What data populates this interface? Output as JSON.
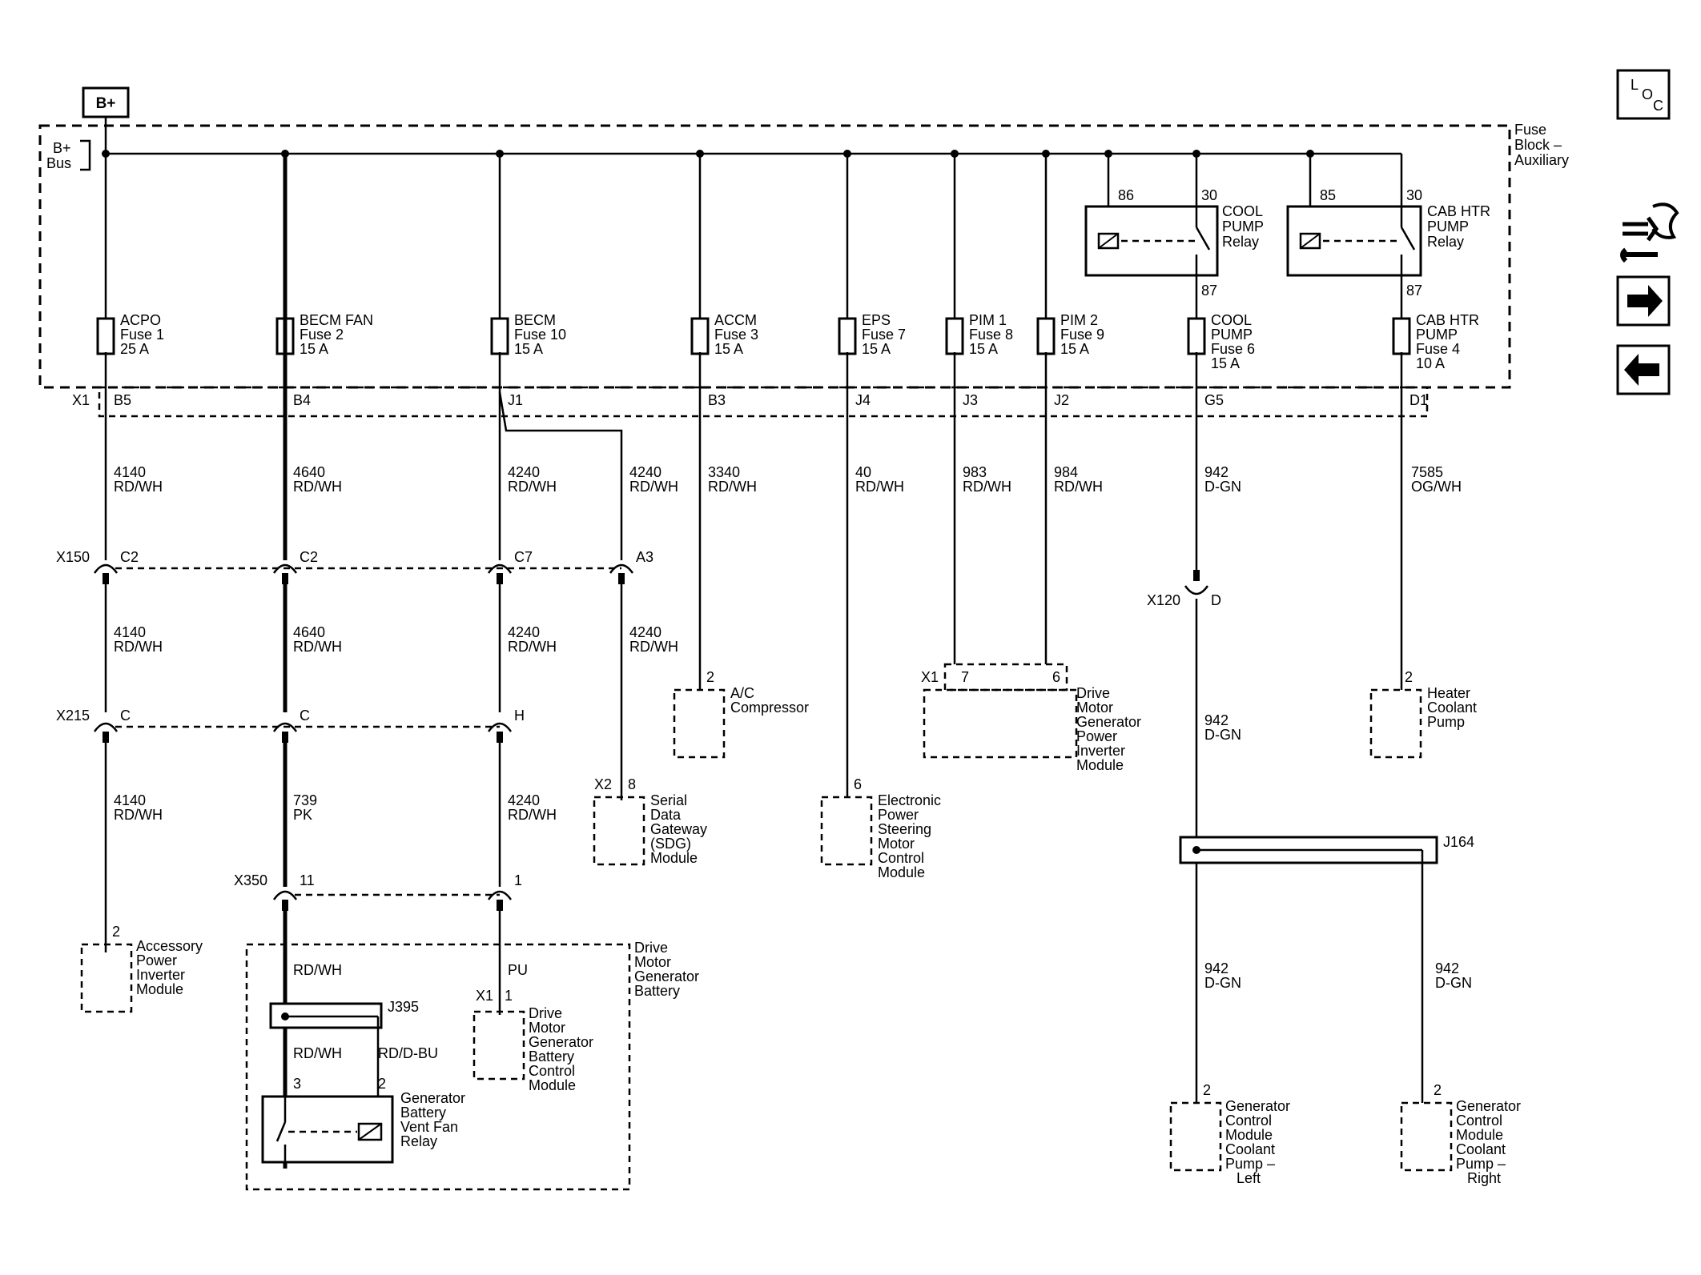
{
  "header": {
    "power_label": "B+",
    "bus_label_1": "B+",
    "bus_label_2": "Bus",
    "fuse_block_1": "Fuse",
    "fuse_block_2": "Block –",
    "fuse_block_3": "Auxiliary",
    "x1_label": "X1"
  },
  "nav": {
    "loc_l": "L",
    "loc_o": "O",
    "loc_c": "C",
    "right_arrow": "➡",
    "left_arrow": "⬅"
  },
  "fuses": [
    {
      "name": "ACPO",
      "line2": "Fuse 1",
      "rating": "25 A",
      "pin": "B5"
    },
    {
      "name": "BECM FAN",
      "line2": "Fuse 2",
      "rating": "15 A",
      "pin": "B4"
    },
    {
      "name": "BECM",
      "line2": "Fuse 10",
      "rating": "15 A",
      "pin": "J1"
    },
    {
      "name": "ACCM",
      "line2": "Fuse 3",
      "rating": "15 A",
      "pin": "B3"
    },
    {
      "name": "EPS",
      "line2": "Fuse 7",
      "rating": "15 A",
      "pin": "J4"
    },
    {
      "name": "PIM 1",
      "line2": "Fuse 8",
      "rating": "15 A",
      "pin": "J3"
    },
    {
      "name": "PIM 2",
      "line2": "Fuse 9",
      "rating": "15 A",
      "pin": "J2"
    },
    {
      "name": "COOL",
      "line2": "PUMP",
      "line3": "Fuse 6",
      "rating": "15 A",
      "pin": "G5"
    },
    {
      "name": "CAB HTR",
      "line2": "PUMP",
      "line3": "Fuse 4",
      "rating": "10 A",
      "pin": "D1"
    }
  ],
  "relays": [
    {
      "pin_a": "86",
      "pin_b": "30",
      "pin_out": "87",
      "l1": "COOL",
      "l2": "PUMP",
      "l3": "Relay"
    },
    {
      "pin_a": "85",
      "pin_b": "30",
      "pin_out": "87",
      "l1": "CAB HTR",
      "l2": "PUMP",
      "l3": "Relay"
    }
  ],
  "wires": {
    "w1": {
      "circuit": "4140",
      "color": "RD/WH"
    },
    "w2": {
      "circuit": "4640",
      "color": "RD/WH"
    },
    "w3": {
      "circuit": "4240",
      "color": "RD/WH"
    },
    "w4": {
      "circuit": "4240",
      "color": "RD/WH"
    },
    "w5": {
      "circuit": "3340",
      "color": "RD/WH"
    },
    "w6": {
      "circuit": "40",
      "color": "RD/WH"
    },
    "w7": {
      "circuit": "983",
      "color": "RD/WH"
    },
    "w8": {
      "circuit": "984",
      "color": "RD/WH"
    },
    "w9": {
      "circuit": "942",
      "color": "D-GN"
    },
    "w10": {
      "circuit": "7585",
      "color": "OG/WH"
    },
    "w11": {
      "circuit": "739",
      "color": "PK"
    },
    "w_rdwh": "RD/WH",
    "w_pu": "PU",
    "w_rddbu": "RD/D-BU"
  },
  "connectors": {
    "x150": "X150",
    "x150_c2a": "C2",
    "x150_c2b": "C2",
    "x150_c7": "C7",
    "x150_a3": "A3",
    "x215": "X215",
    "x215_c1": "C",
    "x215_c2": "C",
    "x215_h": "H",
    "x350": "X350",
    "x350_11": "11",
    "x350_1": "1",
    "x120": "X120",
    "x120_d": "D",
    "j164": "J164",
    "j395": "J395",
    "x2": "X2",
    "x2_pin": "8",
    "x1_dm": "X1",
    "x1_dm_7": "7",
    "x1_dm_6": "6",
    "x1_bat": "X1",
    "x1_bat_1": "1"
  },
  "components": {
    "acpim": {
      "pin": "2",
      "l1": "Accessory",
      "l2": "Power",
      "l3": "Inverter",
      "l4": "Module"
    },
    "ac": {
      "pin": "2",
      "l1": "A/C",
      "l2": "Compressor"
    },
    "sdg": {
      "l1": "Serial",
      "l2": "Data",
      "l3": "Gateway",
      "l4": "(SDG)",
      "l5": "Module"
    },
    "eps": {
      "pin": "6",
      "l1": "Electronic",
      "l2": "Power",
      "l3": "Steering",
      "l4": "Motor",
      "l5": "Control",
      "l6": "Module"
    },
    "dmpim": {
      "l1": "Drive",
      "l2": "Motor",
      "l3": "Generator",
      "l4": "Power",
      "l5": "Inverter",
      "l6": "Module"
    },
    "hcp": {
      "pin": "2",
      "l1": "Heater",
      "l2": "Coolant",
      "l3": "Pump"
    },
    "dmgb": {
      "l1": "Drive",
      "l2": "Motor",
      "l3": "Generator",
      "l4": "Battery"
    },
    "dmgbcm": {
      "l1": "Drive",
      "l2": "Motor",
      "l3": "Generator",
      "l4": "Battery",
      "l5": "Control",
      "l6": "Module"
    },
    "gbvf": {
      "pin3": "3",
      "pin2": "2",
      "l1": "Generator",
      "l2": "Battery",
      "l3": "Vent Fan",
      "l4": "Relay"
    },
    "gcml": {
      "pin": "2",
      "l1": "Generator",
      "l2": "Control",
      "l3": "Module",
      "l4": "Coolant",
      "l5": "Pump –",
      "l6": "Left"
    },
    "gcmr": {
      "pin": "2",
      "l1": "Generator",
      "l2": "Control",
      "l3": "Module",
      "l4": "Coolant",
      "l5": "Pump –",
      "l6": "Right"
    }
  }
}
